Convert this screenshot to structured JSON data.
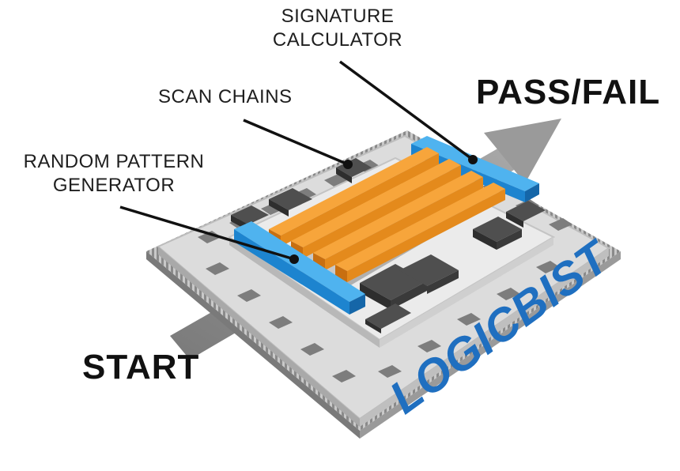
{
  "labels": {
    "signature_calculator": [
      "SIGNATURE",
      "CALCULATOR"
    ],
    "scan_chains": "SCAN CHAINS",
    "random_pattern_generator": [
      "RANDOM PATTERN",
      "GENERATOR"
    ],
    "pass_fail": "PASS/FAIL",
    "start": "START",
    "logicbist": "LOGICBIST"
  },
  "colors": {
    "chip_body": "#d9d9d9",
    "chip_edge": "#b5b5b5",
    "pins": "#8e8e8e",
    "blocks": "#4a4a4a",
    "scan_chain": "#f0941e",
    "pattern_generator": "#2f9be0",
    "arrow": "#8c8c8c",
    "logicbist_text": "#1f6fc0",
    "leader_line": "#111111"
  },
  "icons": [
    "chip-icon",
    "flow-arrow-icon"
  ]
}
